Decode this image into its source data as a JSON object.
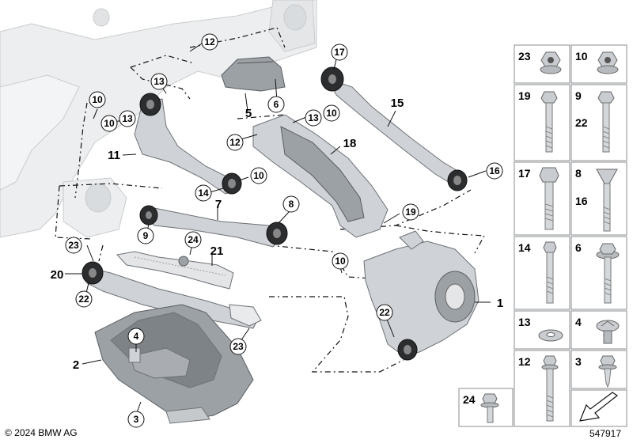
{
  "copyright": "© 2024 BMW AG",
  "diagram_id": "547917",
  "callouts": {
    "c12_top": "12",
    "c13_top": "13",
    "c10_left": "10",
    "c10_a": "10",
    "c13_a": "13",
    "c11": "11",
    "c14": "14",
    "c10_b": "10",
    "c7": "7",
    "c9": "9",
    "c8": "8",
    "c5": "5",
    "c6": "6",
    "c17": "17",
    "c15": "15",
    "c13_b": "13",
    "c10_c": "10",
    "c12_b": "12",
    "c18": "18",
    "c16": "16",
    "c19": "19",
    "c10_d": "10",
    "c23_a": "23",
    "c24": "24",
    "c21": "21",
    "c20": "20",
    "c22_a": "22",
    "c23_b": "23",
    "c22_b": "22",
    "c1": "1",
    "c4": "4",
    "c2": "2",
    "c3": "3"
  },
  "parts_table": {
    "r1_left": "23",
    "r1_right": "10",
    "r2_left": "19",
    "r2_right": "9",
    "r2_right_extra": "22",
    "r3_left": "17",
    "r3_right": "8",
    "r3_right_extra": "16",
    "r4_left": "14",
    "r4_right": "6",
    "r5_left": "13",
    "r5_right": "4",
    "r6_left": "12",
    "r6_right": "3",
    "r7_left": "24"
  },
  "icons": {
    "nav_arrow": "arrow-down-left-icon"
  }
}
